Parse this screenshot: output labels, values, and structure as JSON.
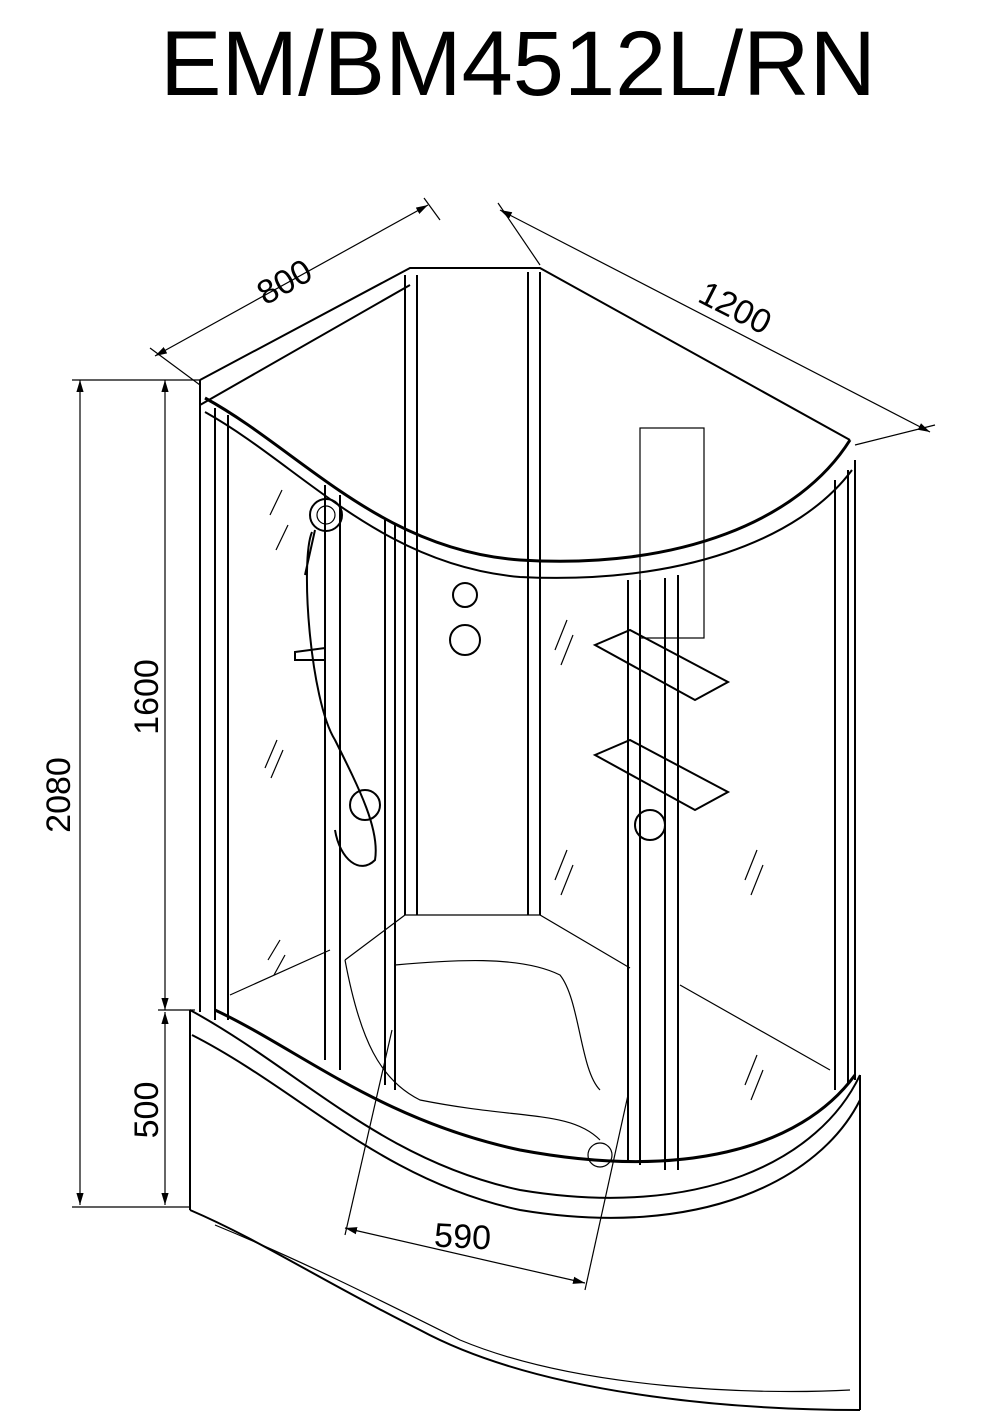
{
  "title": "EM/BM4512L/RN",
  "dimensions": {
    "depth": "800",
    "length": "1200",
    "cabin_height": "1600",
    "total_height": "2080",
    "tray_height": "500",
    "seat_width": "590"
  }
}
